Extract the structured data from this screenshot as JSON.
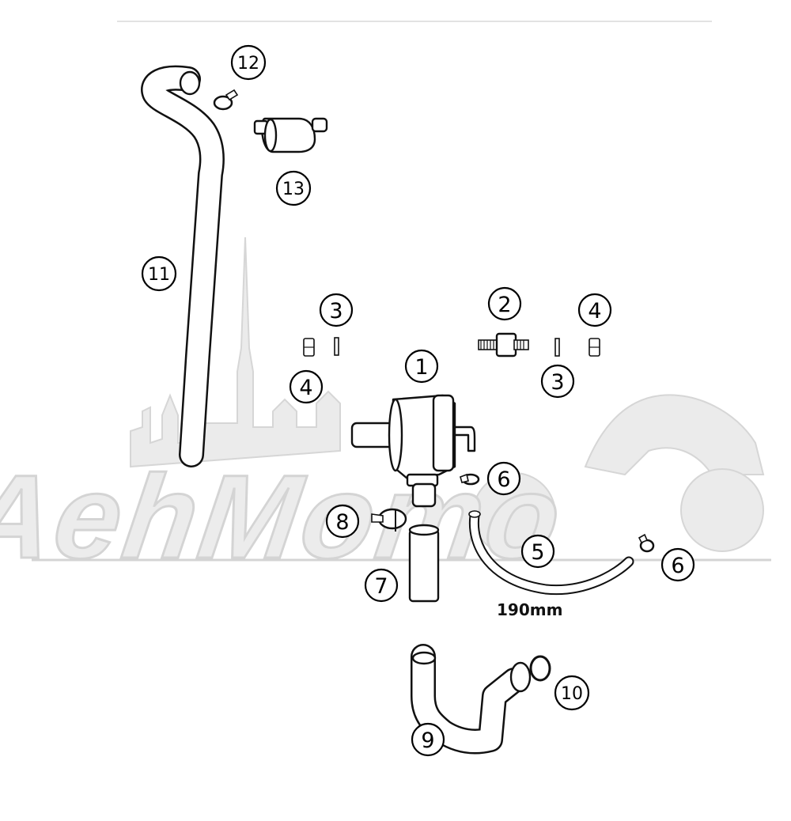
{
  "diagram": {
    "callouts": [
      "1",
      "2",
      "3",
      "4",
      "5",
      "6",
      "7",
      "8",
      "9",
      "10",
      "11",
      "12",
      "13"
    ],
    "dimension_label": "190mm",
    "watermark_text": "AehMomo"
  },
  "colors": {
    "line": "#111111",
    "background": "#ffffff",
    "watermark": "#ebebeb"
  }
}
